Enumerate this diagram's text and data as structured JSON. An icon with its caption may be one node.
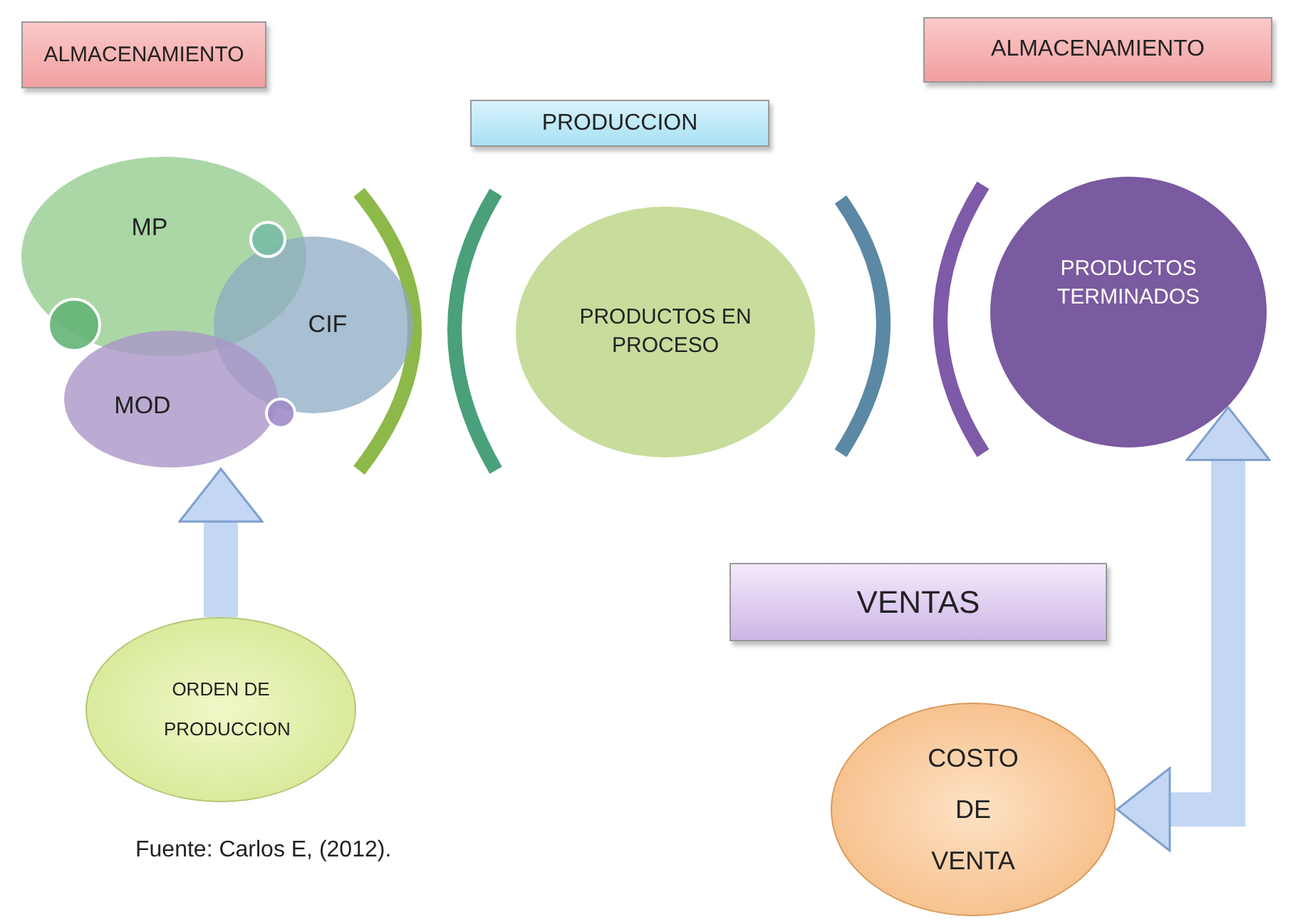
{
  "diagram": {
    "caption": "Fuente: Carlos E, (2012).",
    "nodes": [
      {
        "text": [
          "ALMACENAMIENTO"
        ]
      },
      {
        "text": [
          "PRODUCCION"
        ]
      },
      {
        "text": [
          "ALMACENAMIENTO"
        ]
      },
      {
        "text": [
          "MP"
        ]
      },
      {
        "text": [
          "CIF"
        ]
      },
      {
        "text": [
          "MOD"
        ]
      },
      {
        "text": [
          "PRODUCTOS EN PROCESO"
        ]
      },
      {
        "text": [
          "PRODUCTOS TERMINADOS"
        ]
      },
      {
        "text": [
          "VENTAS"
        ]
      },
      {
        "text": [
          "ORDEN DE PRODUCCION"
        ]
      },
      {
        "text": [
          "COSTO DE VENTA"
        ]
      }
    ],
    "edges": [
      {
        "from": 9,
        "to": 5,
        "arrow": "to"
      },
      {
        "from": 7,
        "to": 10,
        "arrow": "both"
      }
    ]
  }
}
